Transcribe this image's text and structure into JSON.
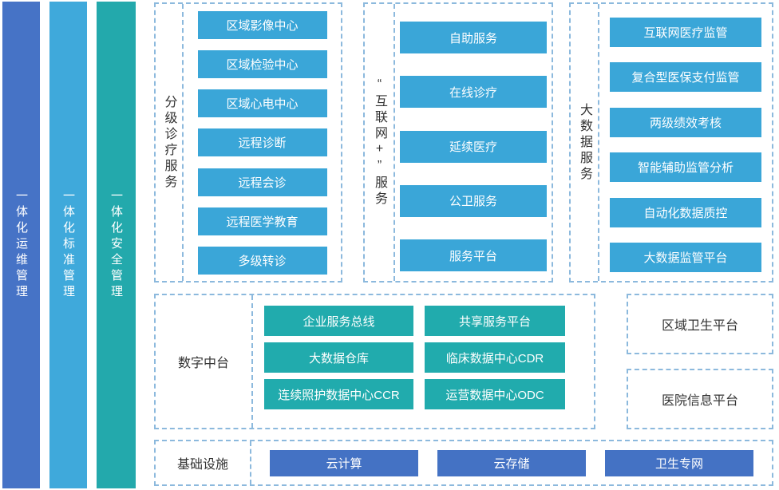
{
  "colors": {
    "primary_blue": "#4472C4",
    "sky_blue": "#3AA6D8",
    "teal": "#21ABAD",
    "dashed_border": "#8CB9DD",
    "label_text": "#333333",
    "chip_text": "#FFFFFF"
  },
  "management_bars": [
    {
      "label": "一体化运维管理"
    },
    {
      "label": "一体化标准管理"
    },
    {
      "label": "一体化安全管理"
    }
  ],
  "service_groups": [
    {
      "label": "分级诊疗服务",
      "items": [
        "区域影像中心",
        "区域检验中心",
        "区域心电中心",
        "远程诊断",
        "远程会诊",
        "远程医学教育",
        "多级转诊"
      ]
    },
    {
      "label": "“互联网+”服务",
      "items": [
        "自助服务",
        "在线诊疗",
        "延续医疗",
        "公卫服务",
        "服务平台"
      ]
    },
    {
      "label": "大数据服务",
      "items": [
        "互联网医疗监管",
        "复合型医保支付监管",
        "两级绩效考核",
        "智能辅助监管分析",
        "自动化数据质控",
        "大数据监管平台"
      ]
    }
  ],
  "digital_platform": {
    "label": "数字中台",
    "rows": [
      [
        "企业服务总线",
        "共享服务平台"
      ],
      [
        "大数据仓库",
        "临床数据中心CDR"
      ],
      [
        "连续照护数据中心CCR",
        "运营数据中心ODC"
      ]
    ]
  },
  "platforms": [
    {
      "label": "区域卫生平台"
    },
    {
      "label": "医院信息平台"
    }
  ],
  "infrastructure": {
    "label": "基础设施",
    "items": [
      "云计算",
      "云存储",
      "卫生专网"
    ]
  }
}
